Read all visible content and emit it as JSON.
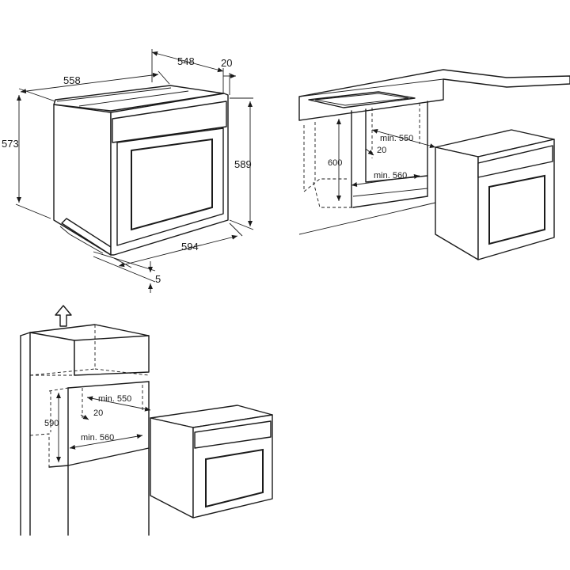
{
  "oven_dimensions": {
    "depth": "558",
    "inner_depth": "548",
    "front_offset": "20",
    "height_body": "573",
    "height_front": "589",
    "width_front": "594",
    "bottom_offset": "5"
  },
  "under_counter": {
    "min_depth": "min. 550",
    "gap": "20",
    "min_width": "min. 560",
    "height": "600"
  },
  "column_install": {
    "min_depth": "min. 550",
    "gap": "20",
    "min_width": "min. 560",
    "height": "590"
  }
}
